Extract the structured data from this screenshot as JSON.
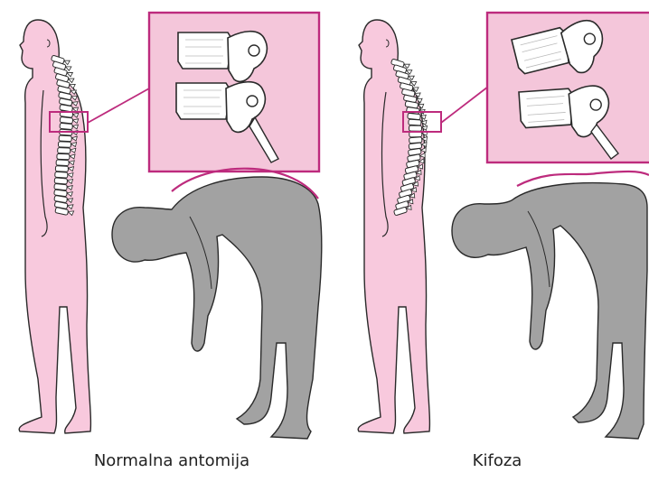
{
  "colors": {
    "accent": "#bd2b7d",
    "body_fill": "#f8c9dd",
    "inset_bg": "#f4c6da",
    "bending_fill": "#a2a2a2",
    "vertebra_fill": "#ffffff",
    "outline": "#2a2a2a",
    "text": "#222222"
  },
  "panels": [
    {
      "caption": "Normalna antomija",
      "curvature": "normal"
    },
    {
      "caption": "Kifoza",
      "curvature": "kyphosis"
    }
  ],
  "icons": {
    "standing_figure": "standing-side-view-figure",
    "bending_figure": "forward-bend-figure",
    "vertebra": "vertebra-detail"
  }
}
